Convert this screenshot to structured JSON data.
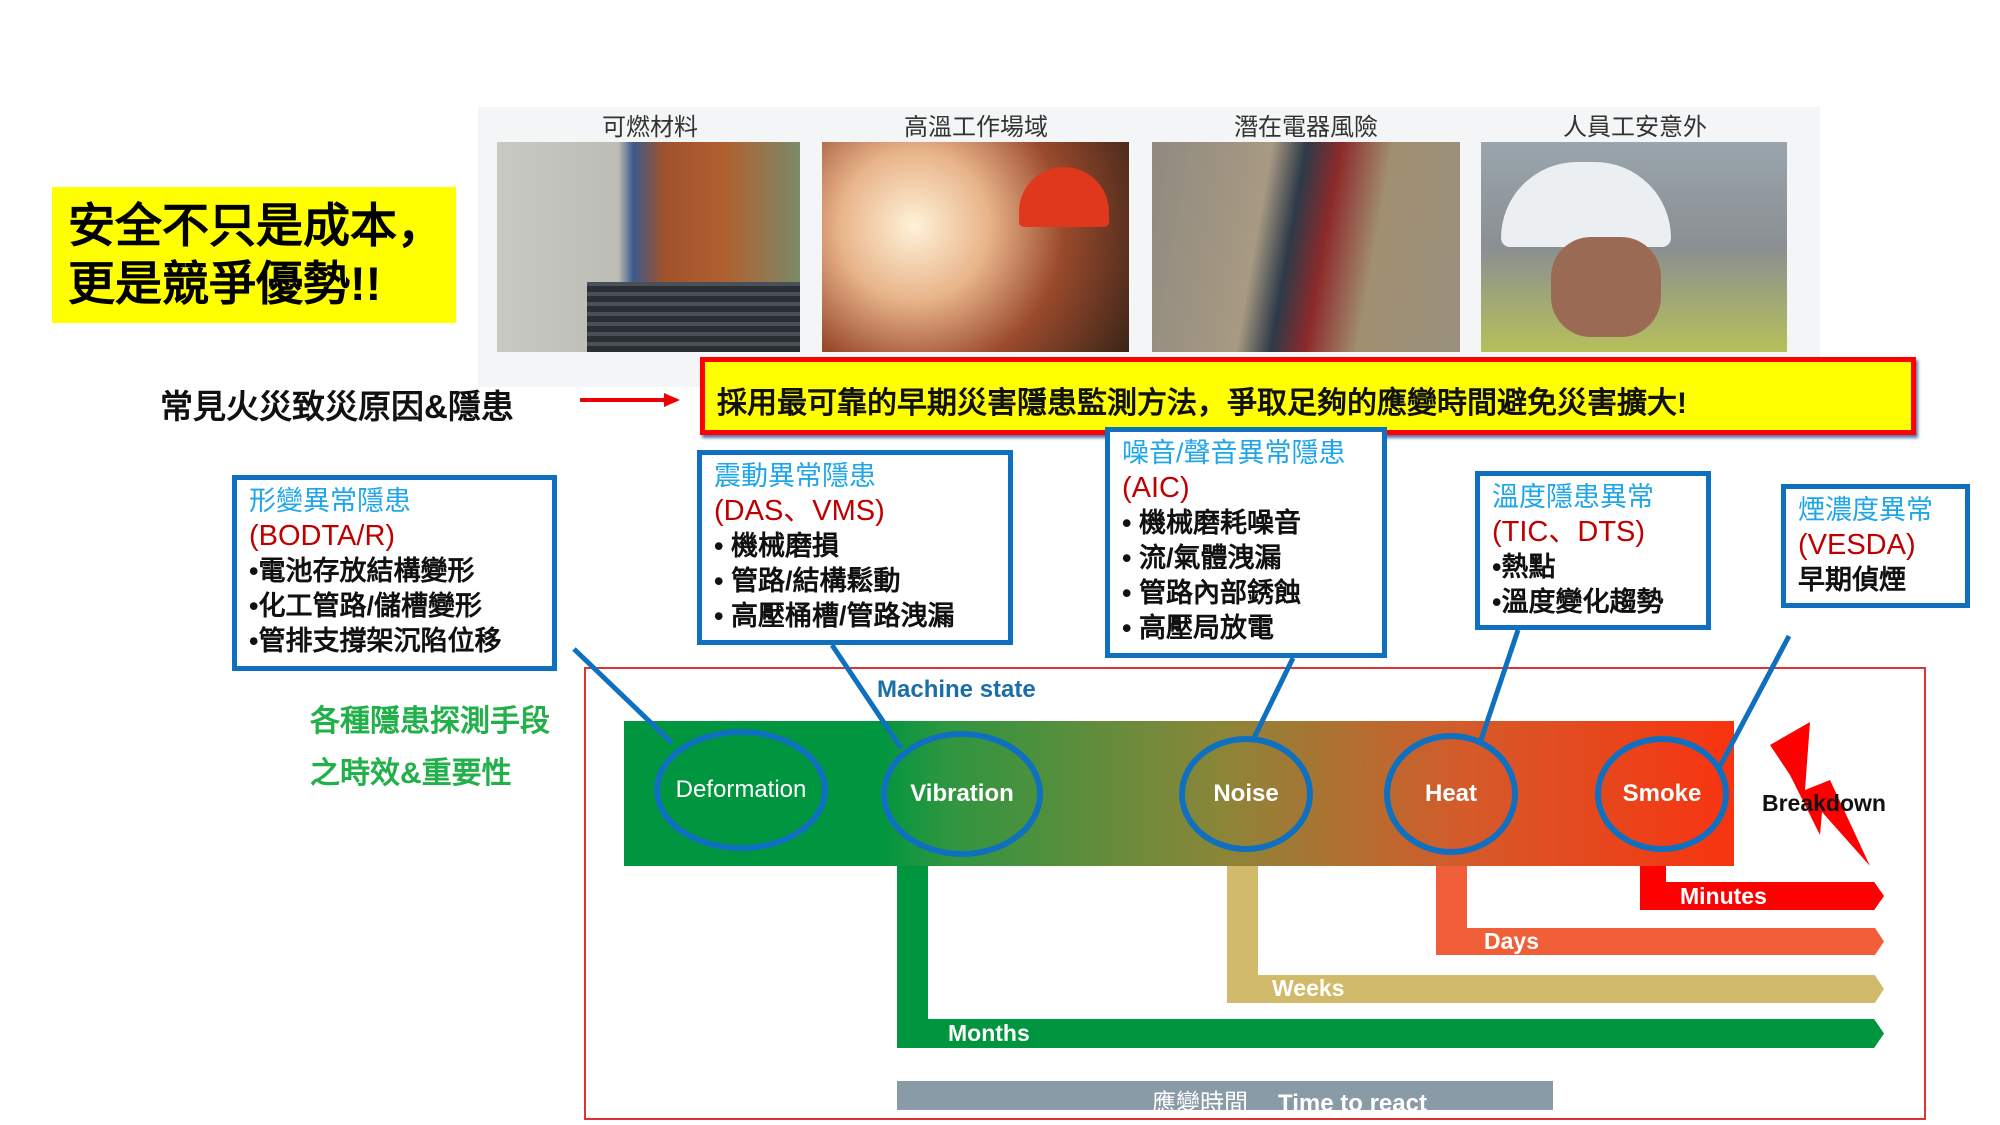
{
  "headline": [
    "安全不只是成本，",
    "更是競爭優勢!!"
  ],
  "photos": [
    {
      "label": "可燃材料",
      "icon": "combustible-materials-photo"
    },
    {
      "label": "高溫工作場域",
      "icon": "welding-sparks-photo"
    },
    {
      "label": "潛在電器風險",
      "icon": "electrical-cables-photo"
    },
    {
      "label": "人員工安意外",
      "icon": "worker-smoking-photo"
    }
  ],
  "cause_label": "常見火災致災原因&隱患",
  "banner": "採用最可靠的早期災害隱患監測方法，爭取足夠的應變時間避免災害擴大!",
  "boxes": [
    {
      "title": "形變異常隱患",
      "code": "(BODTA/R)",
      "items": [
        "•電池存放結構變形",
        "•化工管路/儲槽變形",
        "•管排支撐架沉陷位移"
      ]
    },
    {
      "title": "震動異常隱患",
      "code": "(DAS、VMS)",
      "items": [
        "• 機械磨損",
        "• 管路/結構鬆動",
        "• 高壓桶槽/管路洩漏"
      ]
    },
    {
      "title": "噪音/聲音異常隱患",
      "code": "(AIC)",
      "items": [
        "• 機械磨耗噪音",
        "• 流/氣體洩漏",
        "• 管路內部銹蝕",
        "• 高壓局放電"
      ]
    },
    {
      "title": "溫度隱患異常",
      "code": "(TIC、DTS)",
      "items": [
        "•熱點",
        "•溫度變化趨勢"
      ]
    },
    {
      "title": "煙濃度異常",
      "code": "(VESDA)",
      "items": [
        "早期偵煙"
      ]
    }
  ],
  "green_note": [
    "各種隱患探測手段",
    "之時效&重要性"
  ],
  "diagram": {
    "machine_state": "Machine state",
    "stages": [
      "Deformation",
      "Vibration",
      "Noise",
      "Heat",
      "Smoke"
    ],
    "breakdown": "Breakdown",
    "timelines": [
      "Minutes",
      "Days",
      "Weeks",
      "Months"
    ],
    "time_to_react_zh": "應變時間",
    "time_to_react": "Time to react"
  },
  "colors": {
    "yellow": "#ffff00",
    "red": "#ff0000",
    "blue": "#1070c0",
    "green": "#00963f",
    "tan": "#d1bb6b",
    "orange": "#f05f38"
  }
}
